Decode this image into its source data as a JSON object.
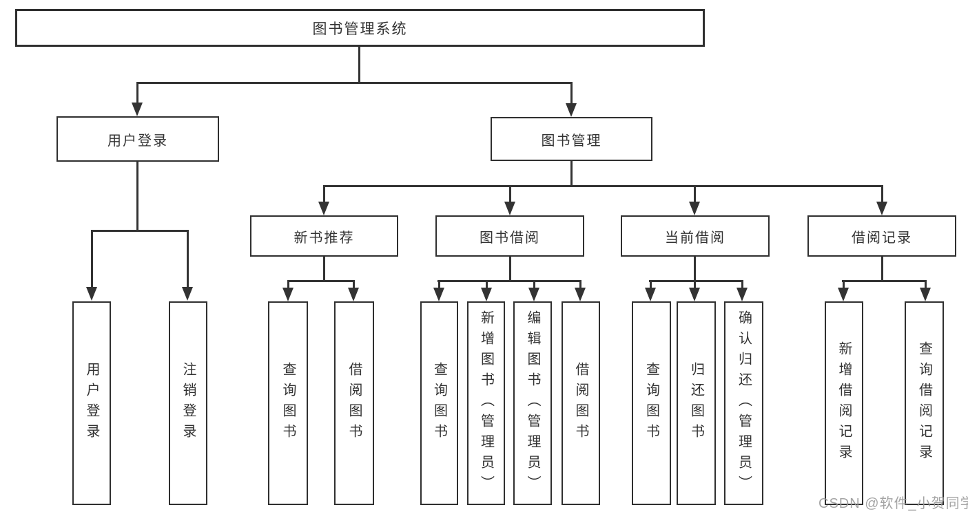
{
  "nodes": {
    "root": "图书管理系统",
    "level2": [
      "用户登录",
      "图书管理"
    ],
    "level3": [
      "新书推荐",
      "图书借阅",
      "当前借阅",
      "借阅记录"
    ],
    "leaves": {
      "a1": "用户登录",
      "a2": "注销登录",
      "b1": "查询图书",
      "b2": "借阅图书",
      "c1": "查询图书",
      "c2": "新增图书（管理员）",
      "c3": "编辑图书（管理员）",
      "c4": "借阅图书",
      "d1": "查询图书",
      "d2": "归还图书",
      "d3": "确认归还（管理员）",
      "e1": "新增借阅记录",
      "e2": "查询借阅记录"
    }
  },
  "watermark": "CSDN @软件_小贺同学",
  "colors": {
    "line": "#333333",
    "text": "#333333",
    "watermark": "#9a9a9a",
    "background": "#ffffff"
  }
}
